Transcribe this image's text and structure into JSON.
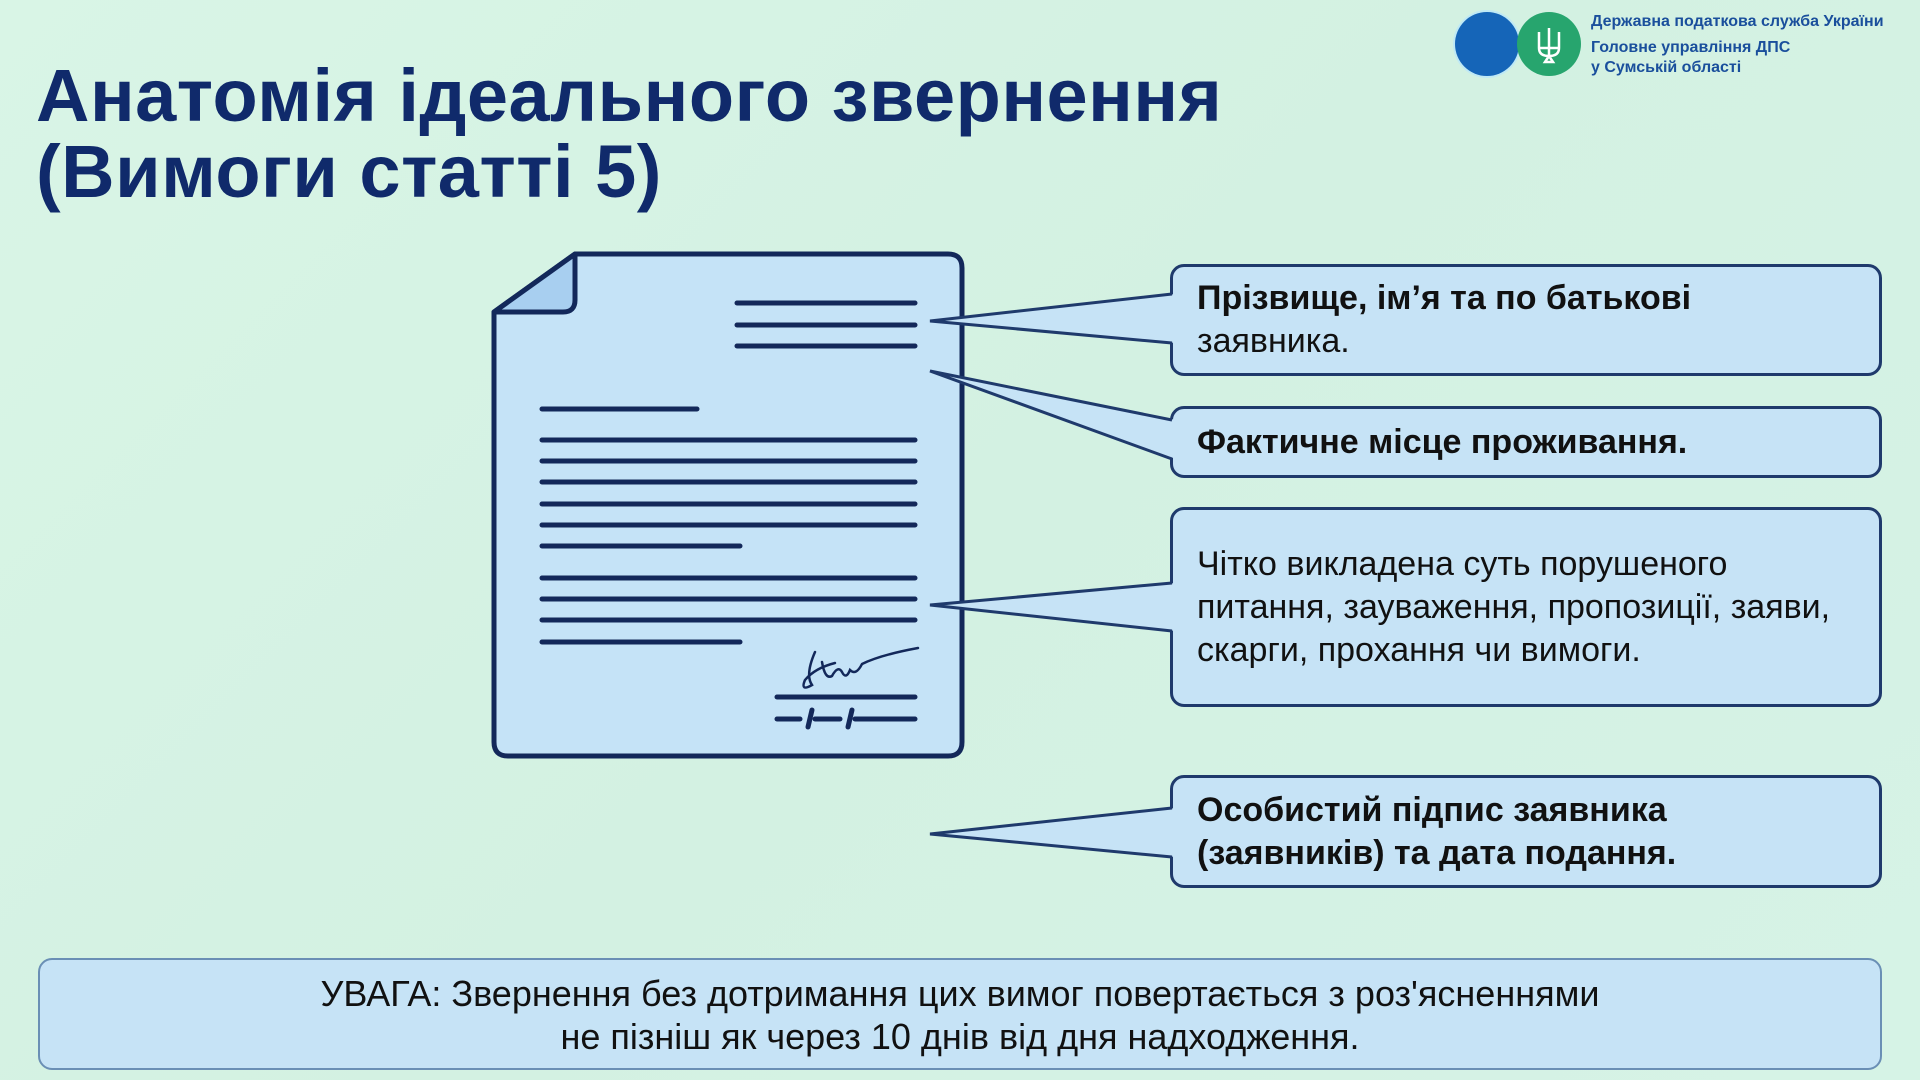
{
  "title": {
    "line1": "Анатомія ідеального звернення",
    "line2": "(Вимоги статті 5)"
  },
  "logo": {
    "emblem_icon": "trident-icon",
    "org_line1": "Державна податкова служба України",
    "org_line2": "Головне управління ДПС",
    "org_line3": "у Сумській області"
  },
  "callouts": [
    {
      "bold": "Прізвище, ім’я та по батькові",
      "regular": "заявника."
    },
    {
      "bold": "Фактичне місце проживання.",
      "regular": ""
    },
    {
      "bold": "",
      "regular": "Чітко викладена суть порушеного питання, зауваження, пропозиції, заяви, скарги, прохання чи вимоги."
    },
    {
      "bold": "Особистий підпис заявника (заявників) та дата подання.",
      "regular": ""
    }
  ],
  "warning": {
    "line1": "УВАГА: Звернення без дотримання цих вимог повертається з роз'ясненнями",
    "line2": "не пізніш як через 10 днів від дня надходження."
  },
  "colors": {
    "navy": "#102a6b",
    "box": "#c6e3f6",
    "background": "#d6f3e4"
  }
}
